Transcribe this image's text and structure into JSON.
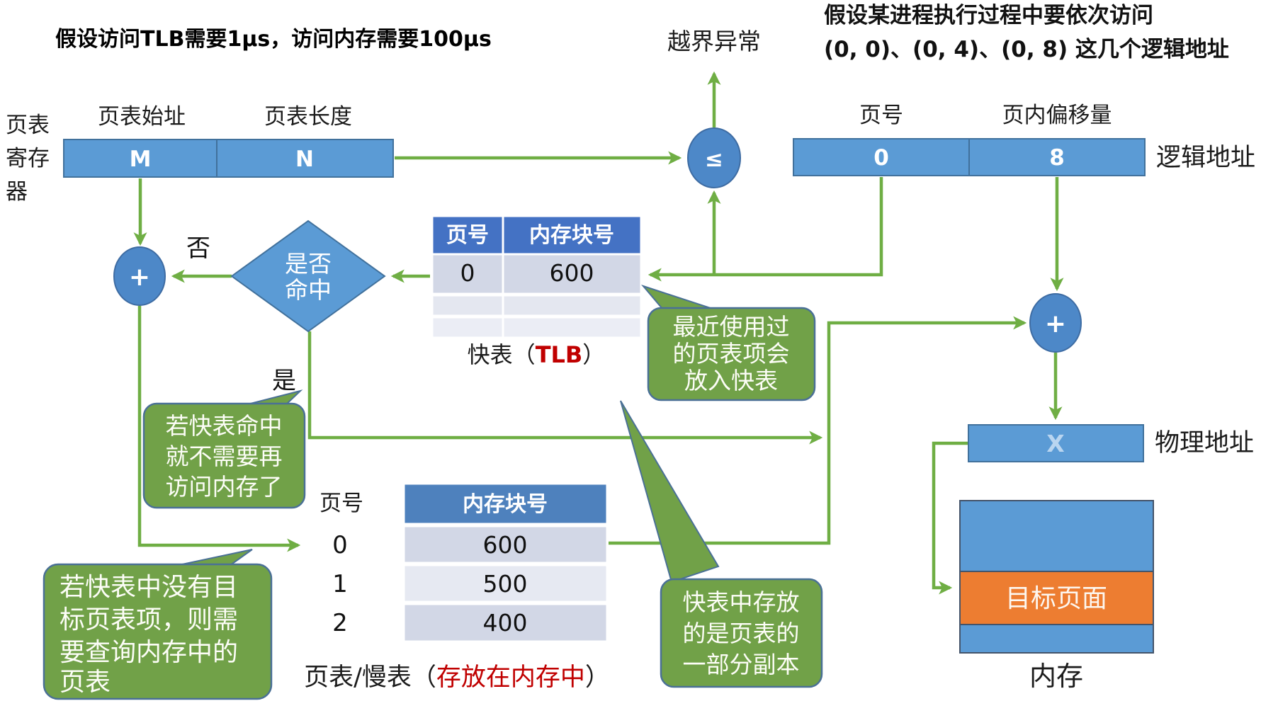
{
  "titles": {
    "top_left": "假设访问TLB需要1μs，访问内存需要100μs",
    "top_right_line1": "假设某进程执行过程中要依次访问",
    "top_right_line2": "(0, 0)、(0, 4)、(0, 8) 这几个逻辑地址"
  },
  "register": {
    "label_line1": "页表",
    "label_line2": "寄存",
    "label_line3": "器",
    "start_label": "页表始址",
    "length_label": "页表长度",
    "start_value": "M",
    "length_value": "N"
  },
  "comparator": {
    "symbol": "≤",
    "exception": "越界异常"
  },
  "logical": {
    "page_label": "页号",
    "offset_label": "页内偏移量",
    "page_value": "0",
    "offset_value": "8",
    "caption": "逻辑地址"
  },
  "adder_left": {
    "symbol": "+"
  },
  "adder_right": {
    "symbol": "+"
  },
  "decision": {
    "line1": "是否",
    "line2": "命中",
    "no": "否",
    "yes": "是"
  },
  "tlb": {
    "header_page": "页号",
    "header_block": "内存块号",
    "row_page": "0",
    "row_block": "600",
    "caption_prefix": "快表（",
    "caption_highlight": "TLB",
    "caption_suffix": "）"
  },
  "pagetable": {
    "index_label": "页号",
    "header": "内存块号",
    "indices": [
      "0",
      "1",
      "2"
    ],
    "blocks": [
      "600",
      "500",
      "400"
    ],
    "caption_prefix": "页表/慢表（",
    "caption_highlight": "存放在内存中",
    "caption_suffix": "）"
  },
  "physical": {
    "value": "X",
    "caption": "物理地址"
  },
  "memory": {
    "target": "目标页面",
    "caption": "内存"
  },
  "callouts": {
    "recent": {
      "lines": [
        "最近使用过",
        "的页表项会",
        "放入快表"
      ]
    },
    "hit": {
      "lines": [
        "若快表命中",
        "就不需要再",
        "访问内存了"
      ]
    },
    "miss": {
      "lines": [
        "若快表中没有目",
        "标页表项，则需",
        "要查询内存中的",
        "页表"
      ]
    },
    "copy": {
      "lines": [
        "快表中存放",
        "的是页表的",
        "一部分副本"
      ]
    }
  },
  "colors": {
    "box_blue": "#5b9bd5",
    "box_blue_border": "#41719c",
    "tlb_header_blue": "#4472c4",
    "pagetable_header_blue": "#4e81bd",
    "row_dark": "#d2d7e6",
    "row_light": "#e6e9f2",
    "arrow_green": "#6fae44",
    "callout_green": "#71a148",
    "orange": "#ed7d31",
    "highlight_red": "#c00000",
    "x_value_blue": "#b9d5f0"
  }
}
